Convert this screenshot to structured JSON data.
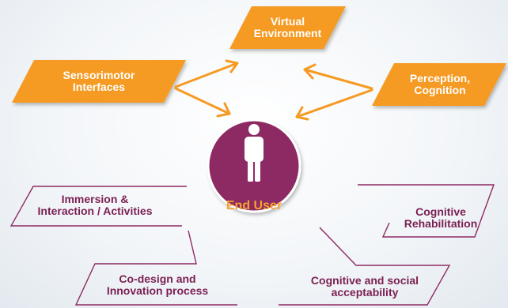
{
  "colors": {
    "orange": "#f59a23",
    "purple": "#8e2b63",
    "end_user_text": "#f7a22c",
    "purple_text": "#7a1f52"
  },
  "nodes": {
    "virtual_environment": {
      "line1": "Virtual",
      "line2": "Environment"
    },
    "sensorimotor": {
      "line1": "Sensorimotor",
      "line2": "Interfaces"
    },
    "perception": {
      "line1": "Perception,",
      "line2": "Cognition"
    },
    "center": {
      "label": "End User",
      "icon": "person-icon"
    },
    "immersion": {
      "line1": "Immersion &",
      "line2": "Interaction / Activities"
    },
    "rehabilitation": {
      "line1": "Cognitive",
      "line2": "Rehabilitation"
    },
    "codesign": {
      "line1": "Co-design and",
      "line2": "Innovation process"
    },
    "acceptability": {
      "line1": "Cognitive and social",
      "line2": "acceptability"
    }
  }
}
